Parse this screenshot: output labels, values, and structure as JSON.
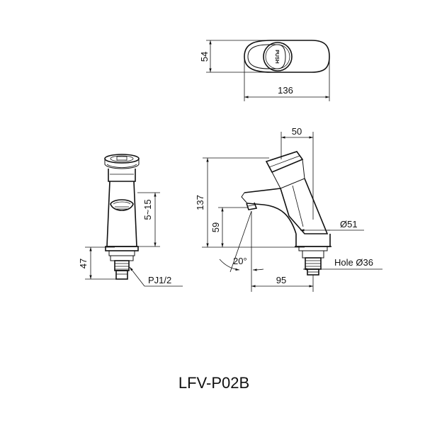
{
  "title": "LFV-P02B",
  "top_view": {
    "depth_label": "54",
    "width_label": "136",
    "button_text": "PUSH"
  },
  "front_view": {
    "height_label": "47",
    "stroke_label": "5~15",
    "thread_label": "PJ1/2"
  },
  "side_view": {
    "reach_label": "50",
    "overall_height_label": "137",
    "spout_height_label": "59",
    "base_diameter_label": "Ø51",
    "angle_label": "20°",
    "projection_label": "95",
    "hole_label": "Hole Ø36"
  }
}
